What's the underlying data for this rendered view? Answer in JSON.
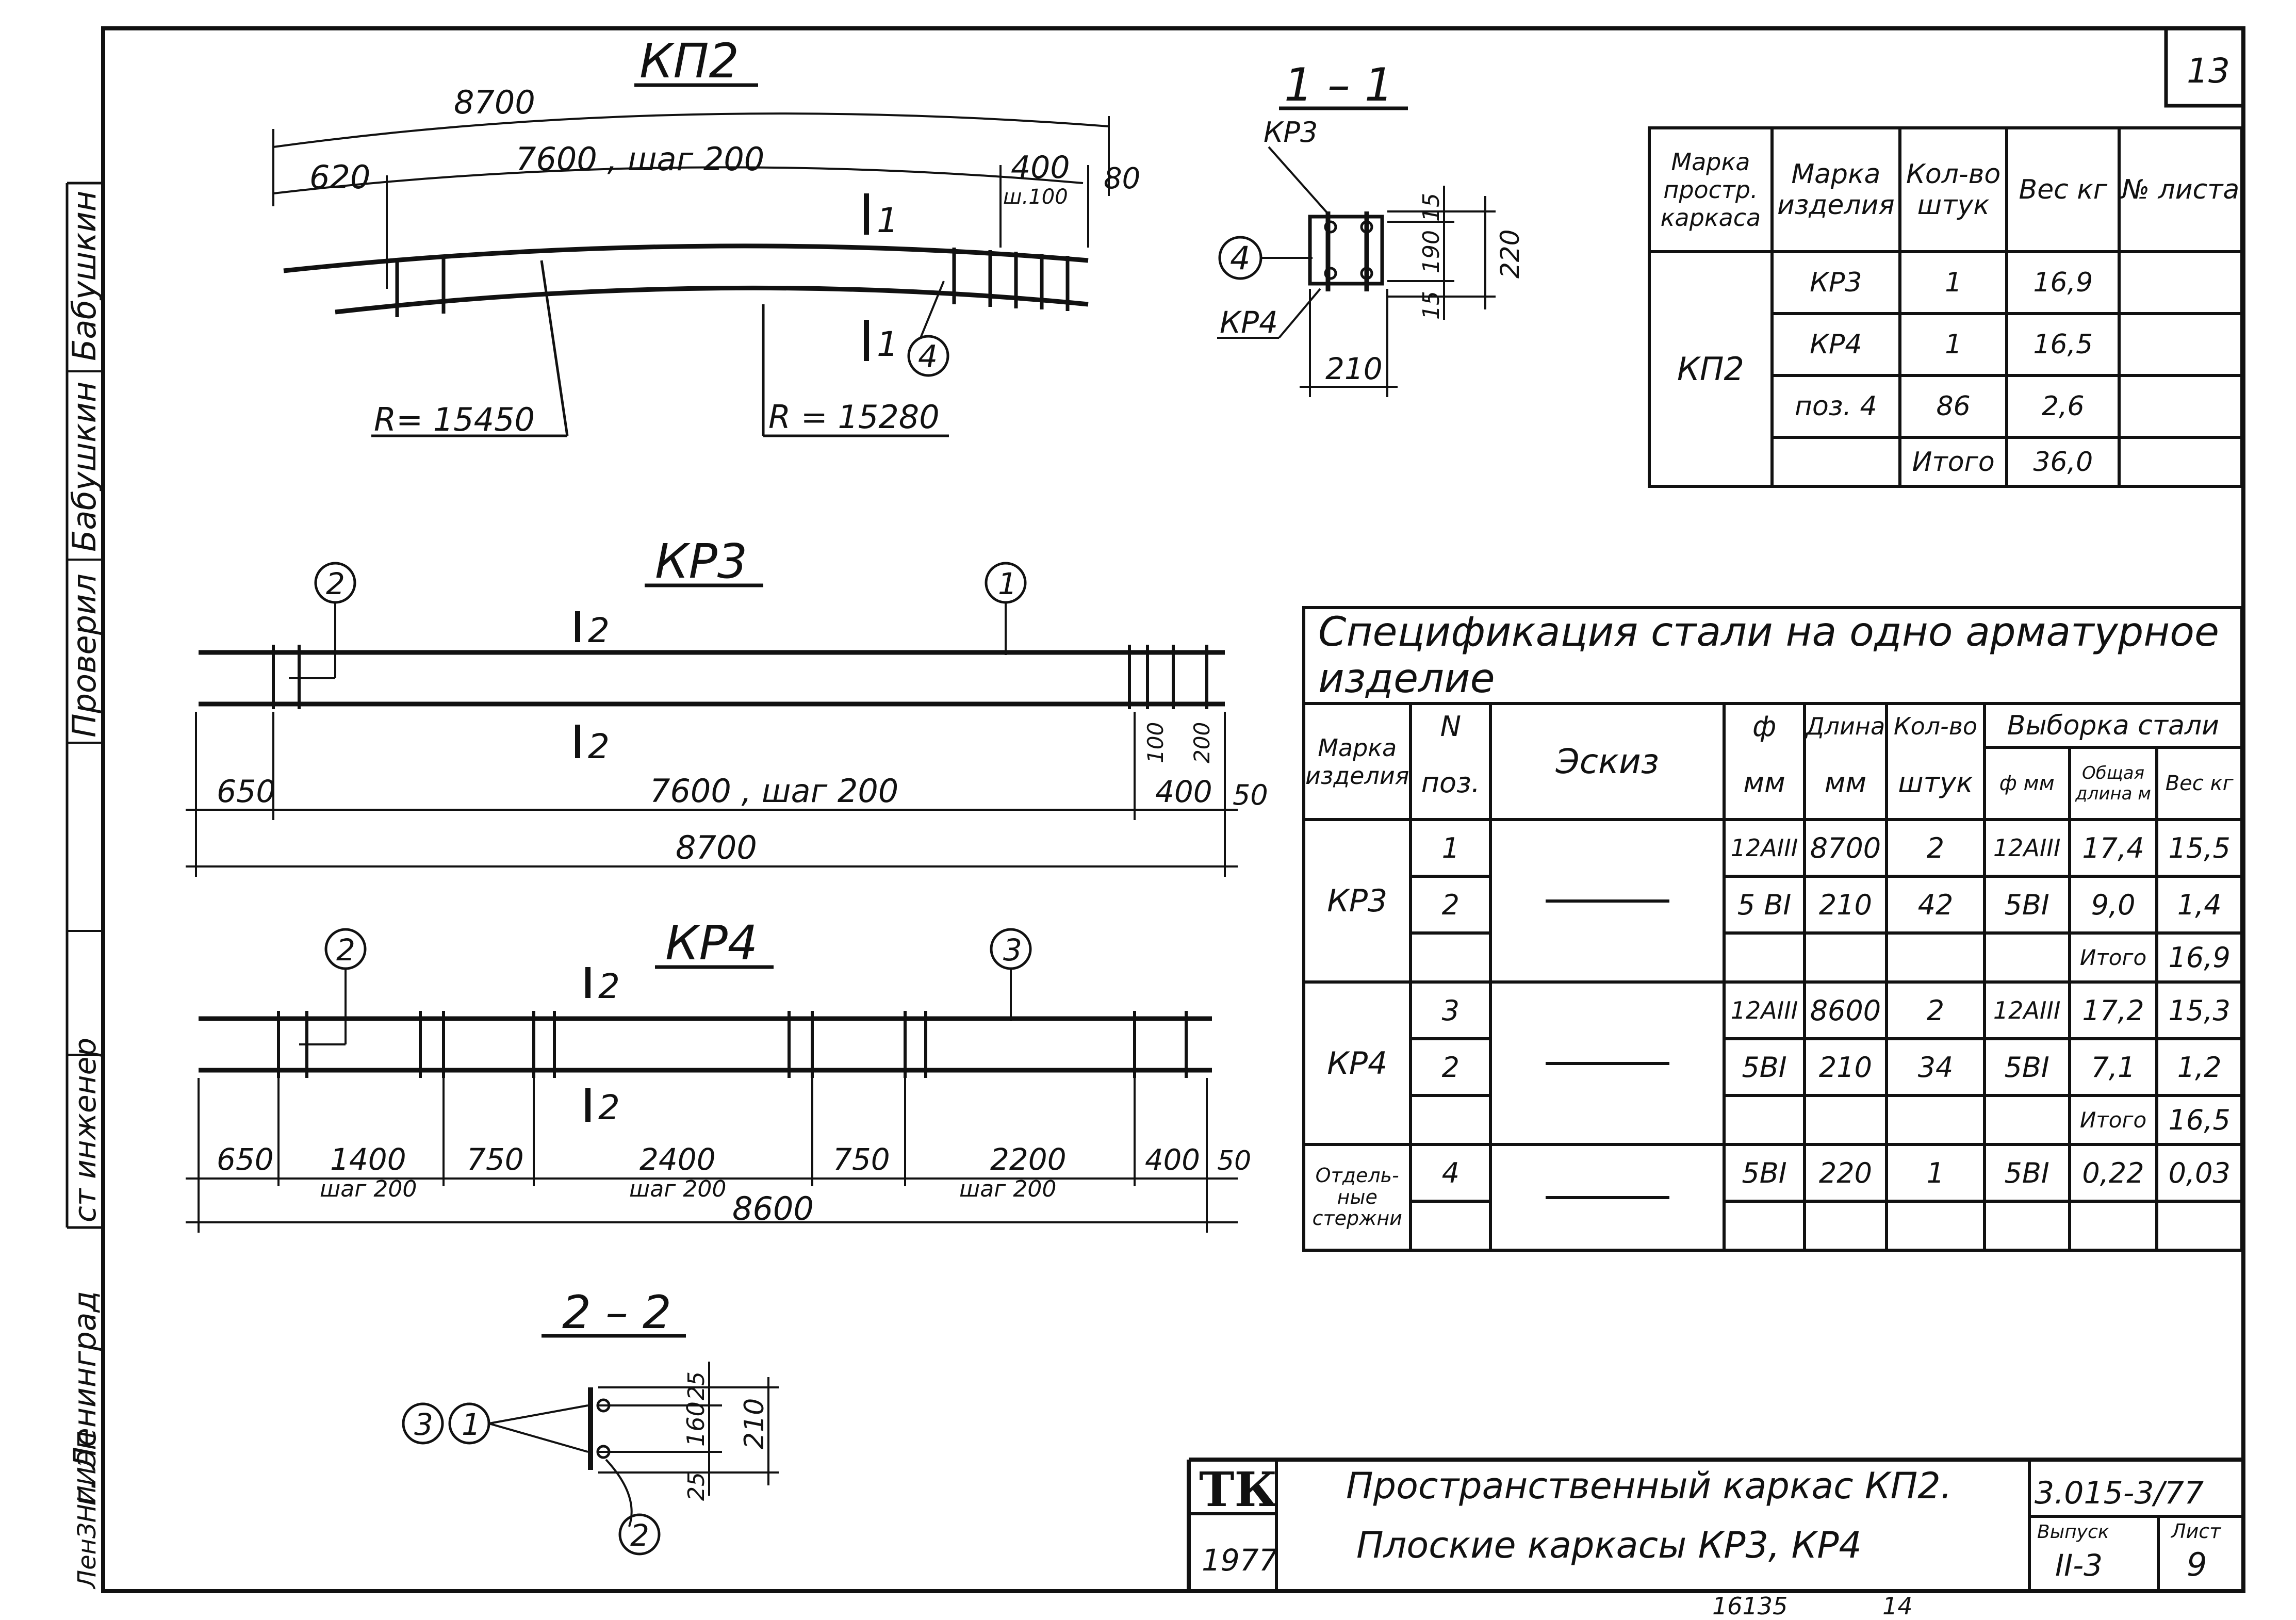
{
  "page_number": "13",
  "left_stamp": {
    "columns": [
      "Бабушкин",
      "Бабушкин",
      "Проверил",
      "",
      "ст инженер",
      "г. Ленинград",
      "ЛенЗНИИЭП"
    ]
  },
  "kp2": {
    "title": "КП2",
    "dims": {
      "total": "8700",
      "left": "620",
      "mid": "7600 ,  шаг 200",
      "right": "400",
      "right_sub": "ш.100",
      "end": "80"
    },
    "section_mark": "1",
    "radius_outer": "R= 15450",
    "radius_inner": "R = 15280",
    "pos": "4"
  },
  "sec11": {
    "title": "1 – 1",
    "kr3": "КР3",
    "kr4": "КР4",
    "pos": "4",
    "d15a": "15",
    "d190": "190",
    "d15b": "15",
    "d220": "220",
    "d210": "210"
  },
  "summary": {
    "headers": [
      "Марка простр. каркаса",
      "Марка изделия",
      "Кол-во штук",
      "Вес кг",
      "№ листа"
    ],
    "frame": "КП2",
    "rows": [
      {
        "item": "КР3",
        "qty": "1",
        "weight": "16,9"
      },
      {
        "item": "КР4",
        "qty": "1",
        "weight": "16,5"
      },
      {
        "item": "поз. 4",
        "qty": "86",
        "weight": "2,6"
      }
    ],
    "total_label": "Итого",
    "total_weight": "36,0"
  },
  "kr3": {
    "title": "КР3",
    "pos_left": "2",
    "pos_right": "1",
    "section": "2",
    "dims": {
      "left": "650",
      "mid": "7600 , шаг  200",
      "d100": "100",
      "d200": "200",
      "d400": "400",
      "end": "50",
      "total": "8700"
    }
  },
  "kr4": {
    "title": "КР4",
    "pos_left": "2",
    "pos_right": "3",
    "section": "2",
    "dims": [
      "650",
      "1400",
      "750",
      "2400",
      "750",
      "2200",
      "400",
      "50"
    ],
    "steps": [
      "шаг 200",
      "шаг 200",
      "шаг 200"
    ],
    "total": "8600"
  },
  "sec22": {
    "title": "2 – 2",
    "pos_a": "3",
    "pos_b": "1",
    "pos_c": "2",
    "d25a": "25",
    "d160": "160",
    "d25b": "25",
    "d210": "210"
  },
  "spec": {
    "title": "Спецификация стали на одно арматурное изделие",
    "head": {
      "mark": "Марка изделия",
      "n_top": "N",
      "n_bot": "поз.",
      "sketch": "Эскиз",
      "dia_top": "ф",
      "dia_bot": "мм",
      "len_top": "Длина",
      "len_bot": "мм",
      "qty_top": "Кол-во",
      "qty_bot": "штук",
      "sel": "Выборка стали",
      "sel_dia": "ф мм",
      "sel_len": "Общая длина м",
      "sel_w": "Вес кг"
    },
    "groups": [
      {
        "mark": "КР3",
        "rows": [
          {
            "n": "1",
            "dia": "12АIII",
            "len": "8700",
            "qty": "2",
            "sdia": "12АIII",
            "slen": "17,4",
            "sw": "15,5"
          },
          {
            "n": "2",
            "dia": "5 BI",
            "len": "210",
            "qty": "42",
            "sdia": "5BI",
            "slen": "9,0",
            "sw": "1,4"
          }
        ],
        "total_label": "Итого",
        "total": "16,9"
      },
      {
        "mark": "КР4",
        "rows": [
          {
            "n": "3",
            "dia": "12АIII",
            "len": "8600",
            "qty": "2",
            "sdia": "12АIII",
            "slen": "17,2",
            "sw": "15,3"
          },
          {
            "n": "2",
            "dia": "5BI",
            "len": "210",
            "qty": "34",
            "sdia": "5BI",
            "slen": "7,1",
            "sw": "1,2"
          }
        ],
        "total_label": "Итого",
        "total": "16,5"
      },
      {
        "mark": "Отдель- ные стержни",
        "rows": [
          {
            "n": "4",
            "dia": "5BI",
            "len": "220",
            "qty": "1",
            "sdia": "5BI",
            "slen": "0,22",
            "sw": "0,03"
          }
        ]
      }
    ]
  },
  "title_block": {
    "logo": "ТК",
    "year": "1977",
    "line1": "Пространственный каркас  КП2.",
    "line2": "Плоские  каркасы  КР3, КР4",
    "code": "3.015-3/77",
    "issue_label": "Выпуск",
    "issue": "II-3",
    "sheet_label": "Лист",
    "sheet": "9"
  },
  "footer": {
    "num1": "16135",
    "num2": "14"
  }
}
